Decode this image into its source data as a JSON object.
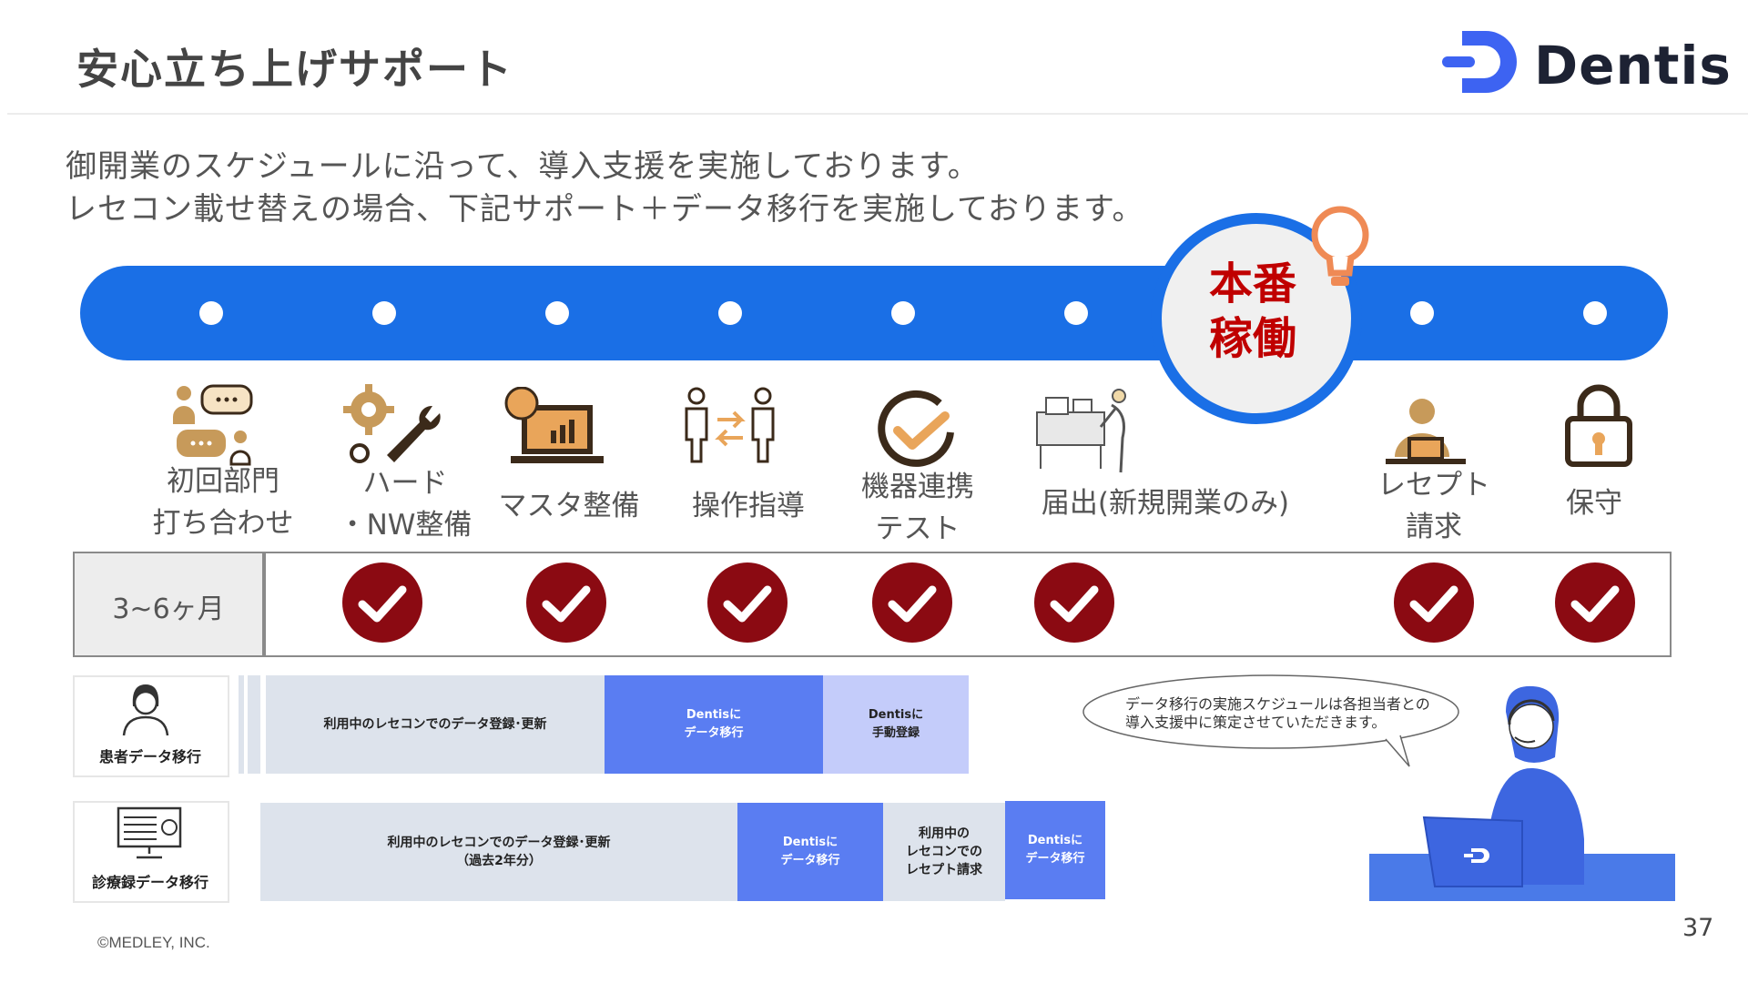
{
  "header": {
    "title": "安心立ち上げサポート",
    "logo_text": "Dentis"
  },
  "intro": [
    "御開業のスケジュールに沿って、導入支援を実施しております。",
    "レセコン載せ替えの場合、下記サポート＋データ移行を実施しております。"
  ],
  "timeline": {
    "golive_line1": "本番",
    "golive_line2": "稼働",
    "steps": [
      {
        "label": "初回部門\n打ち合わせ",
        "icon": "meeting-chat-icon"
      },
      {
        "label": "ハード\n・NW整備",
        "icon": "gear-wrench-icon"
      },
      {
        "label": "マスタ整備",
        "icon": "laptop-chart-icon"
      },
      {
        "label": "操作指導",
        "icon": "people-exchange-icon"
      },
      {
        "label": "機器連携\nテスト",
        "icon": "check-circle-icon"
      },
      {
        "label": "届出(新規開業のみ)",
        "icon": "office-worker-icon"
      },
      {
        "label": "レセプト\n請求",
        "icon": "person-laptop-icon"
      },
      {
        "label": "保守",
        "icon": "padlock-icon"
      }
    ]
  },
  "schedule": {
    "period_label": "3~6ヶ月",
    "checks": [
      "ハード・NW整備",
      "マスタ整備",
      "操作指導",
      "機器連携テスト",
      "届出(新規開業のみ)",
      "レセプト請求",
      "保守"
    ]
  },
  "migration": {
    "patient": {
      "label": "患者データ移行",
      "icon": "patient-person-icon",
      "segments": [
        {
          "text": "利用中のレセコンでのデータ登録･更新"
        },
        {
          "text": "Dentisに\nデータ移行"
        },
        {
          "text": "Dentisに\n手動登録"
        }
      ]
    },
    "record": {
      "label": "診療録データ移行",
      "icon": "monitor-record-icon",
      "segments": [
        {
          "text": "利用中のレセコンでのデータ登録･更新\n（過去2年分）"
        },
        {
          "text": "Dentisに\nデータ移行"
        },
        {
          "text": "利用中の\nレセコンでの\nレセプト請求"
        },
        {
          "text": "Dentisに\nデータ移行"
        }
      ]
    }
  },
  "bubble_text": "データ移行の実施スケジュールは各担当者との\n導入支援中に策定させていただきます。",
  "footer": {
    "copyright": "©MEDLEY, INC.",
    "page_number": "37"
  },
  "colors": {
    "timeline_blue": "#1a6fe6",
    "check_red": "#8b0a12",
    "golive_red": "#c00000",
    "segment_blue": "#5a7df2"
  }
}
